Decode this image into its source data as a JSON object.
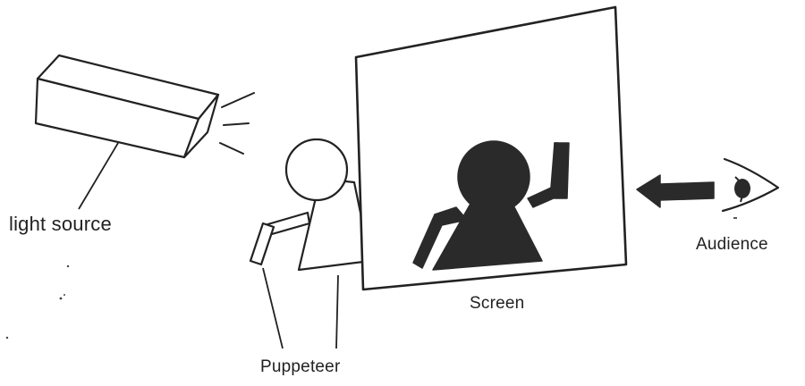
{
  "labels": {
    "light_source": "light source",
    "audience": "Audience",
    "screen": "Screen",
    "puppeteer": "Puppeteer"
  },
  "colors": {
    "ink": "#222222",
    "shadow": "#2a2a2a",
    "paper": "#ffffff"
  },
  "icons": [
    "eye-icon",
    "arrow-left-icon"
  ]
}
